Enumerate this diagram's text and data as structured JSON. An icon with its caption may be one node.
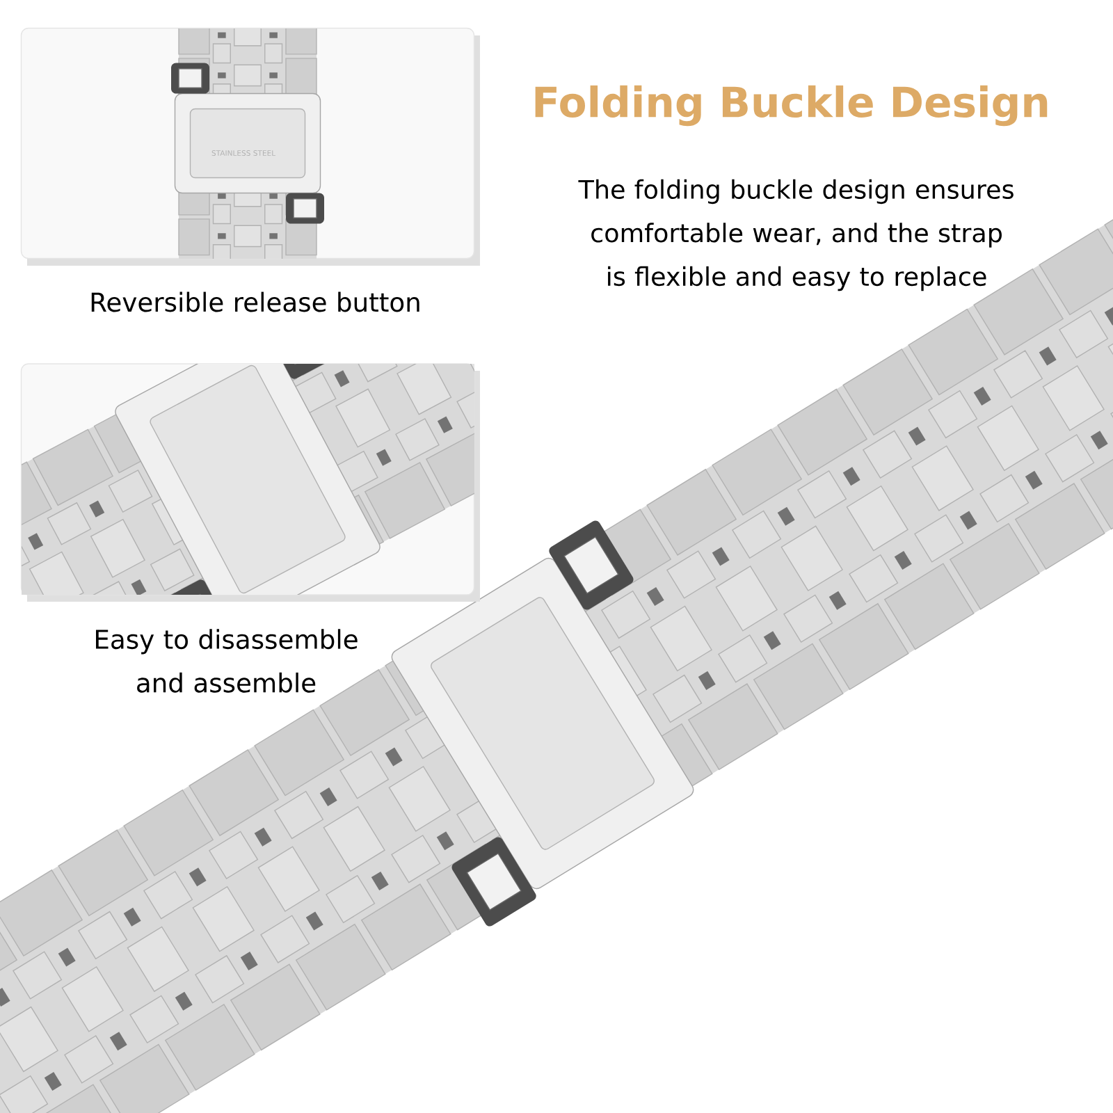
{
  "diagram": {
    "title": "Folding Buckle Design",
    "nodes": [
      {
        "text": [],
        "shape": "picture",
        "beside": [
          "Reversible release button"
        ]
      },
      {
        "text": [],
        "shape": "picture",
        "beside": [
          "Easy to disassemble and assemble"
        ]
      }
    ],
    "labels": [
      "The folding buckle design ensures comfortable wear, and the strap is flexible and easy to replace",
      "STAINLESS STEEL"
    ]
  }
}
